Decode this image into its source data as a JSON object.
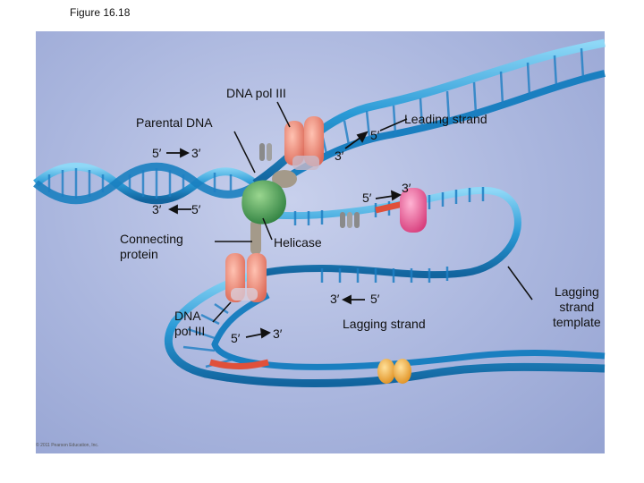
{
  "figure_title": "Figure 16.18",
  "copyright": "© 2011 Pearson Education, Inc.",
  "labels": {
    "dna_pol_top": "DNA pol III",
    "parental_dna": "Parental DNA",
    "leading_strand": "Leading strand",
    "p_5a": "5′",
    "p_3a": "3′",
    "p_3b": "3′",
    "p_5b": "5′",
    "lead_5": "5′",
    "lead_3": "3′",
    "rna_5": "5′",
    "rna_3": "3′",
    "connecting_line1": "Connecting",
    "connecting_line2": "protein",
    "helicase": "Helicase",
    "lag_3": "3′",
    "lag_5": "5′",
    "lagging_strand": "Lagging strand",
    "dna_pol_bottom_line1": "DNA",
    "dna_pol_bottom_line2": "pol III",
    "okazaki_5": "5′",
    "okazaki_3": "3′",
    "template_line1": "Lagging",
    "template_line2": "strand",
    "template_line3": "template"
  },
  "colors": {
    "dna_blue": "#1e8fd0",
    "dna_light": "#7fd0f5",
    "polymerase": "#ef8a78",
    "helicase": "#4aa35f",
    "connector": "#a49a8a",
    "primer": "#e0503a",
    "primase": "#e85a9a",
    "ligase": "#f0b040"
  }
}
